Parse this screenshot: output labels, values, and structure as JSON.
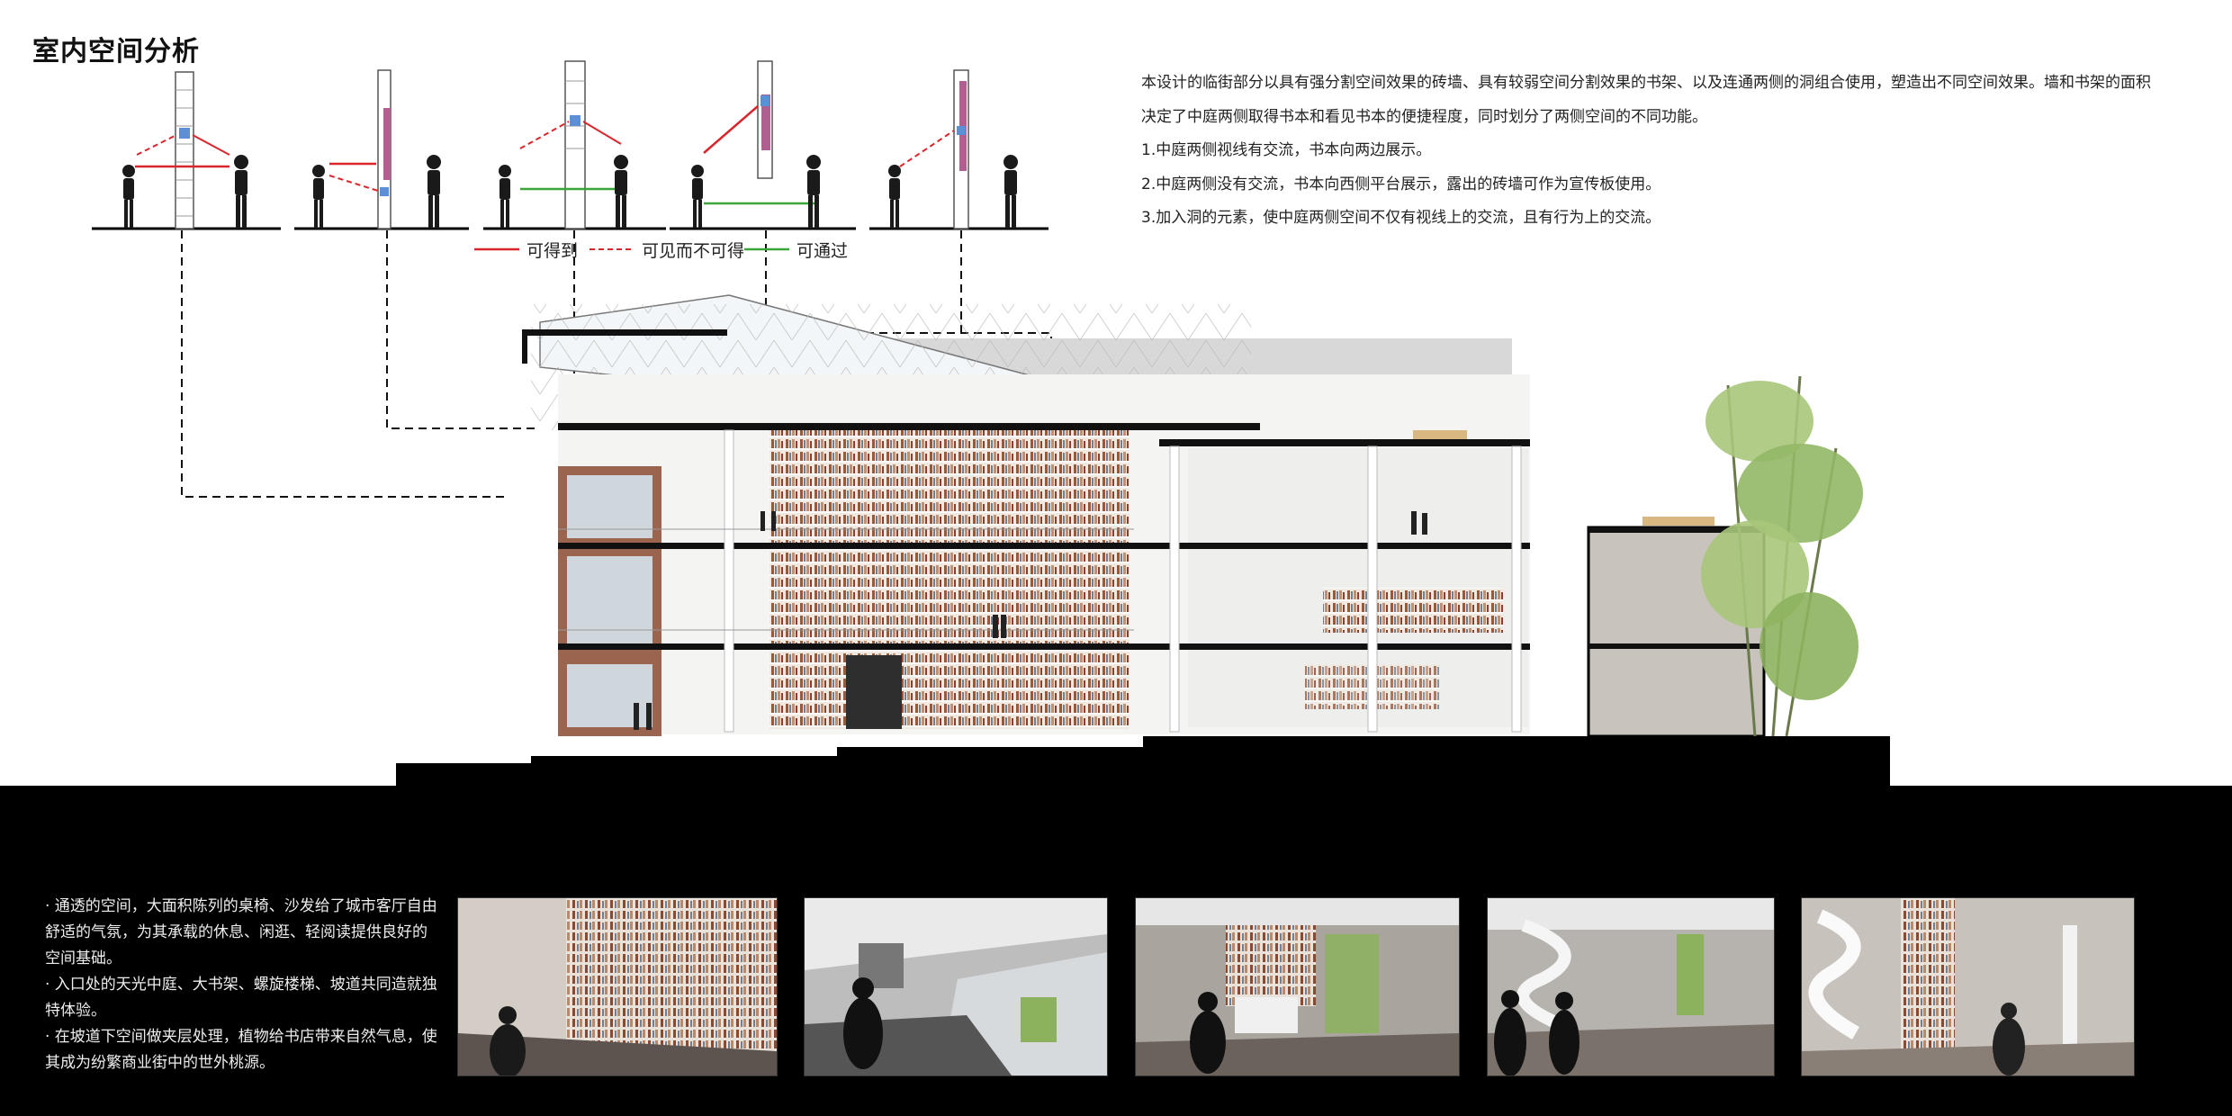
{
  "header": {
    "title": "室内空间分析"
  },
  "description": {
    "intro": "本设计的临街部分以具有强分割空间效果的砖墙、具有较弱空间分割效果的书架、以及连通两侧的洞组合使用，塑造出不同空间效果。墙和书架的面积决定了中庭两侧取得书本和看见书本的便捷程度，同时划分了两侧空间的不同功能。",
    "points": [
      "1.中庭两侧视线有交流，书本向两边展示。",
      "2.中庭两侧没有交流，书本向西侧平台展示，露出的砖墙可作为宣传板使用。",
      "3.加入洞的元素，使中庭两侧空间不仅有视线上的交流，且有行为上的交流。"
    ]
  },
  "legend": [
    {
      "label": "可得到",
      "color": "#d9262c",
      "style": "solid"
    },
    {
      "label": "可见而不可得",
      "color": "#d9262c",
      "style": "dashed"
    },
    {
      "label": "可通过",
      "color": "#3aa63a",
      "style": "solid"
    }
  ],
  "bottom": {
    "bullets": [
      "· 通透的空间，大面积陈列的桌椅、沙发给了城市客厅自由舒适的气氛，为其承载的休息、闲逛、轻阅读提供良好的空间基础。",
      "· 入口处的天光中庭、大书架、螺旋楼梯、坡道共同造就独特体验。",
      "· 在坡道下空间做夹层处理，植物给书店带来自然气息，使其成为纷繁商业街中的世外桃源。"
    ],
    "photos": [
      {
        "name": "bookshelf-atrium"
      },
      {
        "name": "ramp-corridor"
      },
      {
        "name": "reading-hall"
      },
      {
        "name": "spiral-stair-couple"
      },
      {
        "name": "spiral-stair-bookshelf"
      }
    ]
  },
  "colors": {
    "red": "#d9262c",
    "green": "#3aa63a",
    "blue": "#5b8fd6",
    "black": "#000000",
    "bookshelf": "#9a5a3a"
  }
}
